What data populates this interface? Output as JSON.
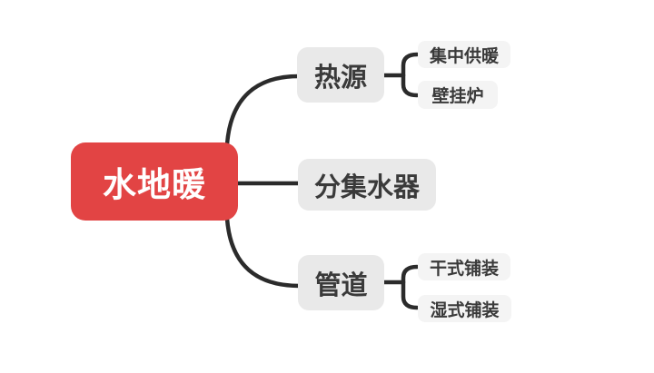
{
  "colors": {
    "canvas_bg": "#ffffff",
    "root_bg": "#e24444",
    "root_text": "#ffffff",
    "branch_bg": "#e9e9e9",
    "child_bg": "#f4f4f4",
    "node_text": "#3a3a3a",
    "line": "#2b2b2b"
  },
  "mindmap": {
    "root": {
      "label": "水地暖"
    },
    "branches": [
      {
        "label": "热源",
        "children": [
          {
            "label": "集中供暖"
          },
          {
            "label": "壁挂炉"
          }
        ]
      },
      {
        "label": "分集水器",
        "children": []
      },
      {
        "label": "管道",
        "children": [
          {
            "label": "干式铺装"
          },
          {
            "label": "湿式铺装"
          }
        ]
      }
    ]
  }
}
